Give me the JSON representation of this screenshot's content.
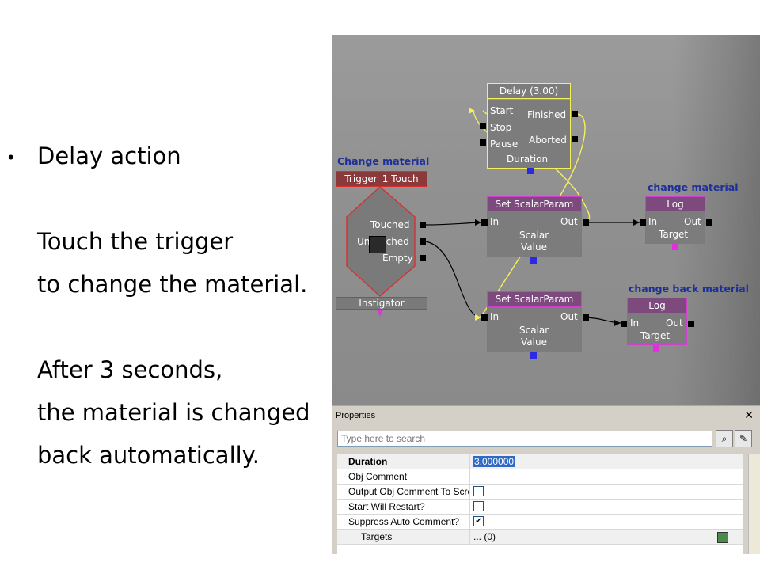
{
  "slide": {
    "bullet": "Delay action",
    "lines": [
      "Touch the trigger",
      "to change the material.",
      "After 3 seconds,",
      "the material is changed",
      "back automatically."
    ]
  },
  "graph": {
    "comment_left": "Change material",
    "comment_top_right": "change material",
    "comment_bottom_right": "change back material",
    "trigger": {
      "title": "Trigger_1 Touch",
      "outputs": [
        "Touched",
        "UnTouched",
        "Empty"
      ],
      "var": "Instigator"
    },
    "delay": {
      "title": "Delay (3.00)",
      "inputs": [
        "Start",
        "Stop",
        "Pause"
      ],
      "outputs": [
        "Finished",
        "Aborted"
      ],
      "var": "Duration"
    },
    "set1": {
      "title": "Set ScalarParam",
      "in": "In",
      "out": "Out",
      "vars": [
        "Scalar",
        "Value"
      ]
    },
    "set2": {
      "title": "Set ScalarParam",
      "in": "In",
      "out": "Out",
      "vars": [
        "Scalar",
        "Value"
      ]
    },
    "log1": {
      "title": "Log",
      "in": "In",
      "out": "Out",
      "var": "Target"
    },
    "log2": {
      "title": "Log",
      "in": "In",
      "out": "Out",
      "var": "Target"
    }
  },
  "properties": {
    "title": "Properties",
    "close": "✕",
    "search_placeholder": "Type here to search",
    "rows": [
      {
        "name": "Duration",
        "value": "3.000000"
      },
      {
        "name": "Obj Comment",
        "value": ""
      },
      {
        "name": "Output Obj Comment To Screen",
        "value": ""
      },
      {
        "name": "Start Will Restart?",
        "value": ""
      },
      {
        "name": "Suppress Auto Comment?",
        "value": "✔"
      },
      {
        "name": "Targets",
        "value": "... (0)"
      }
    ]
  },
  "colors": {
    "yellow": "#f5f05a",
    "red": "#d83030",
    "magenta": "#d040d0"
  }
}
